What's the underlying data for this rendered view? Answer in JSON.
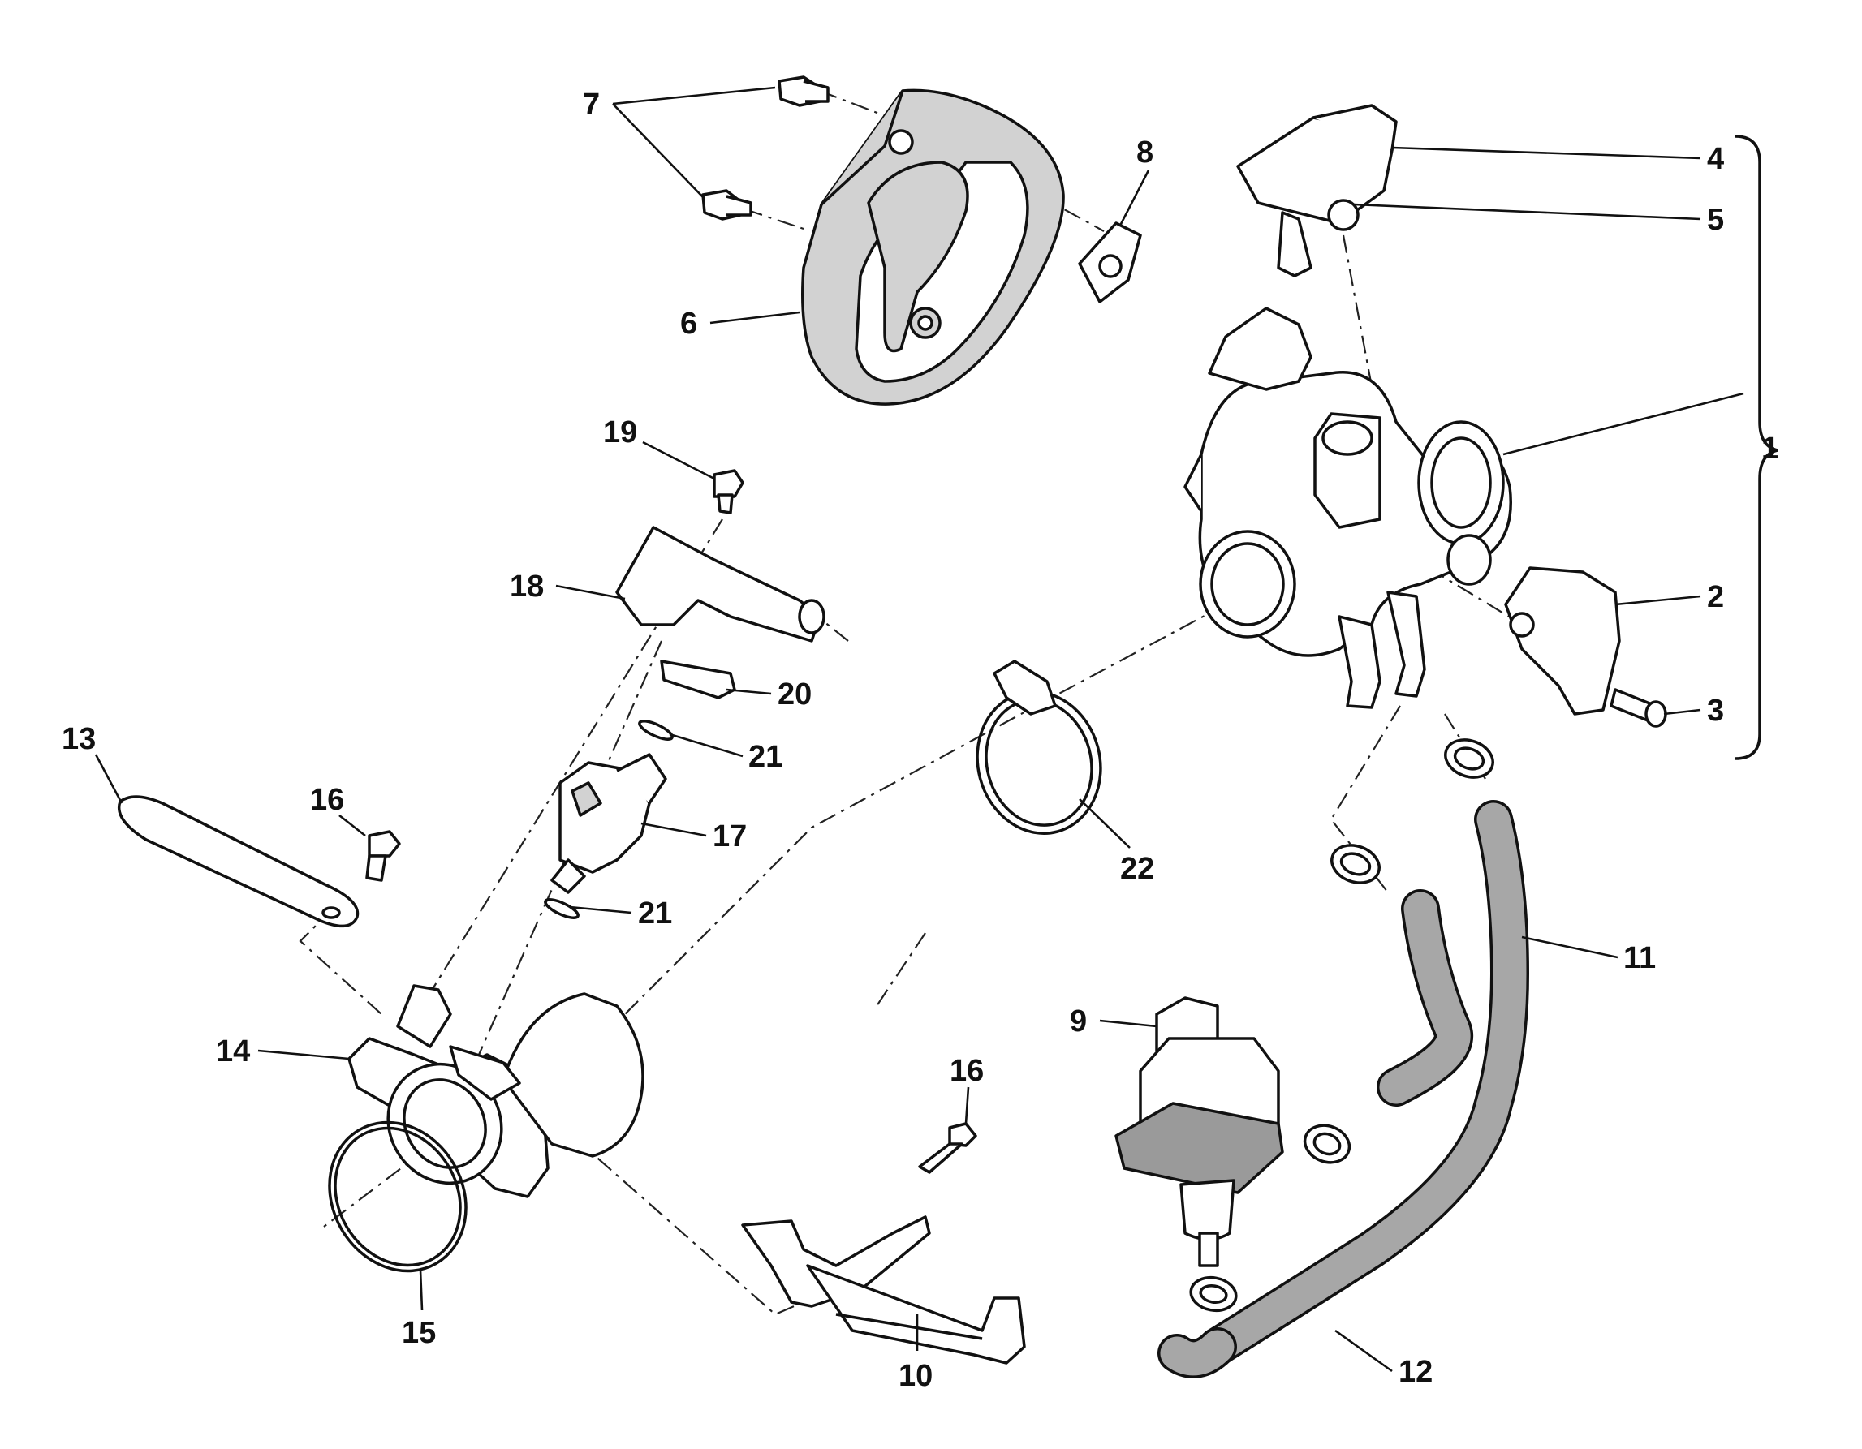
{
  "diagram": {
    "labels": {
      "l1": "1",
      "l2": "2",
      "l3": "3",
      "l4": "4",
      "l5": "5",
      "l6": "6",
      "l7": "7",
      "l8": "8",
      "l9": "9",
      "l10": "10",
      "l11": "11",
      "l12": "12",
      "l13": "13",
      "l14": "14",
      "l15": "15",
      "l16a": "16",
      "l16b": "16",
      "l17": "17",
      "l18": "18",
      "l19": "19",
      "l20": "20",
      "l21a": "21",
      "l21b": "21",
      "l22": "22"
    },
    "colors": {
      "line": "#111111",
      "part_fill": "#ffffff",
      "shaded_part": "#d2d2d2",
      "hose": "#a7a7a7"
    }
  }
}
